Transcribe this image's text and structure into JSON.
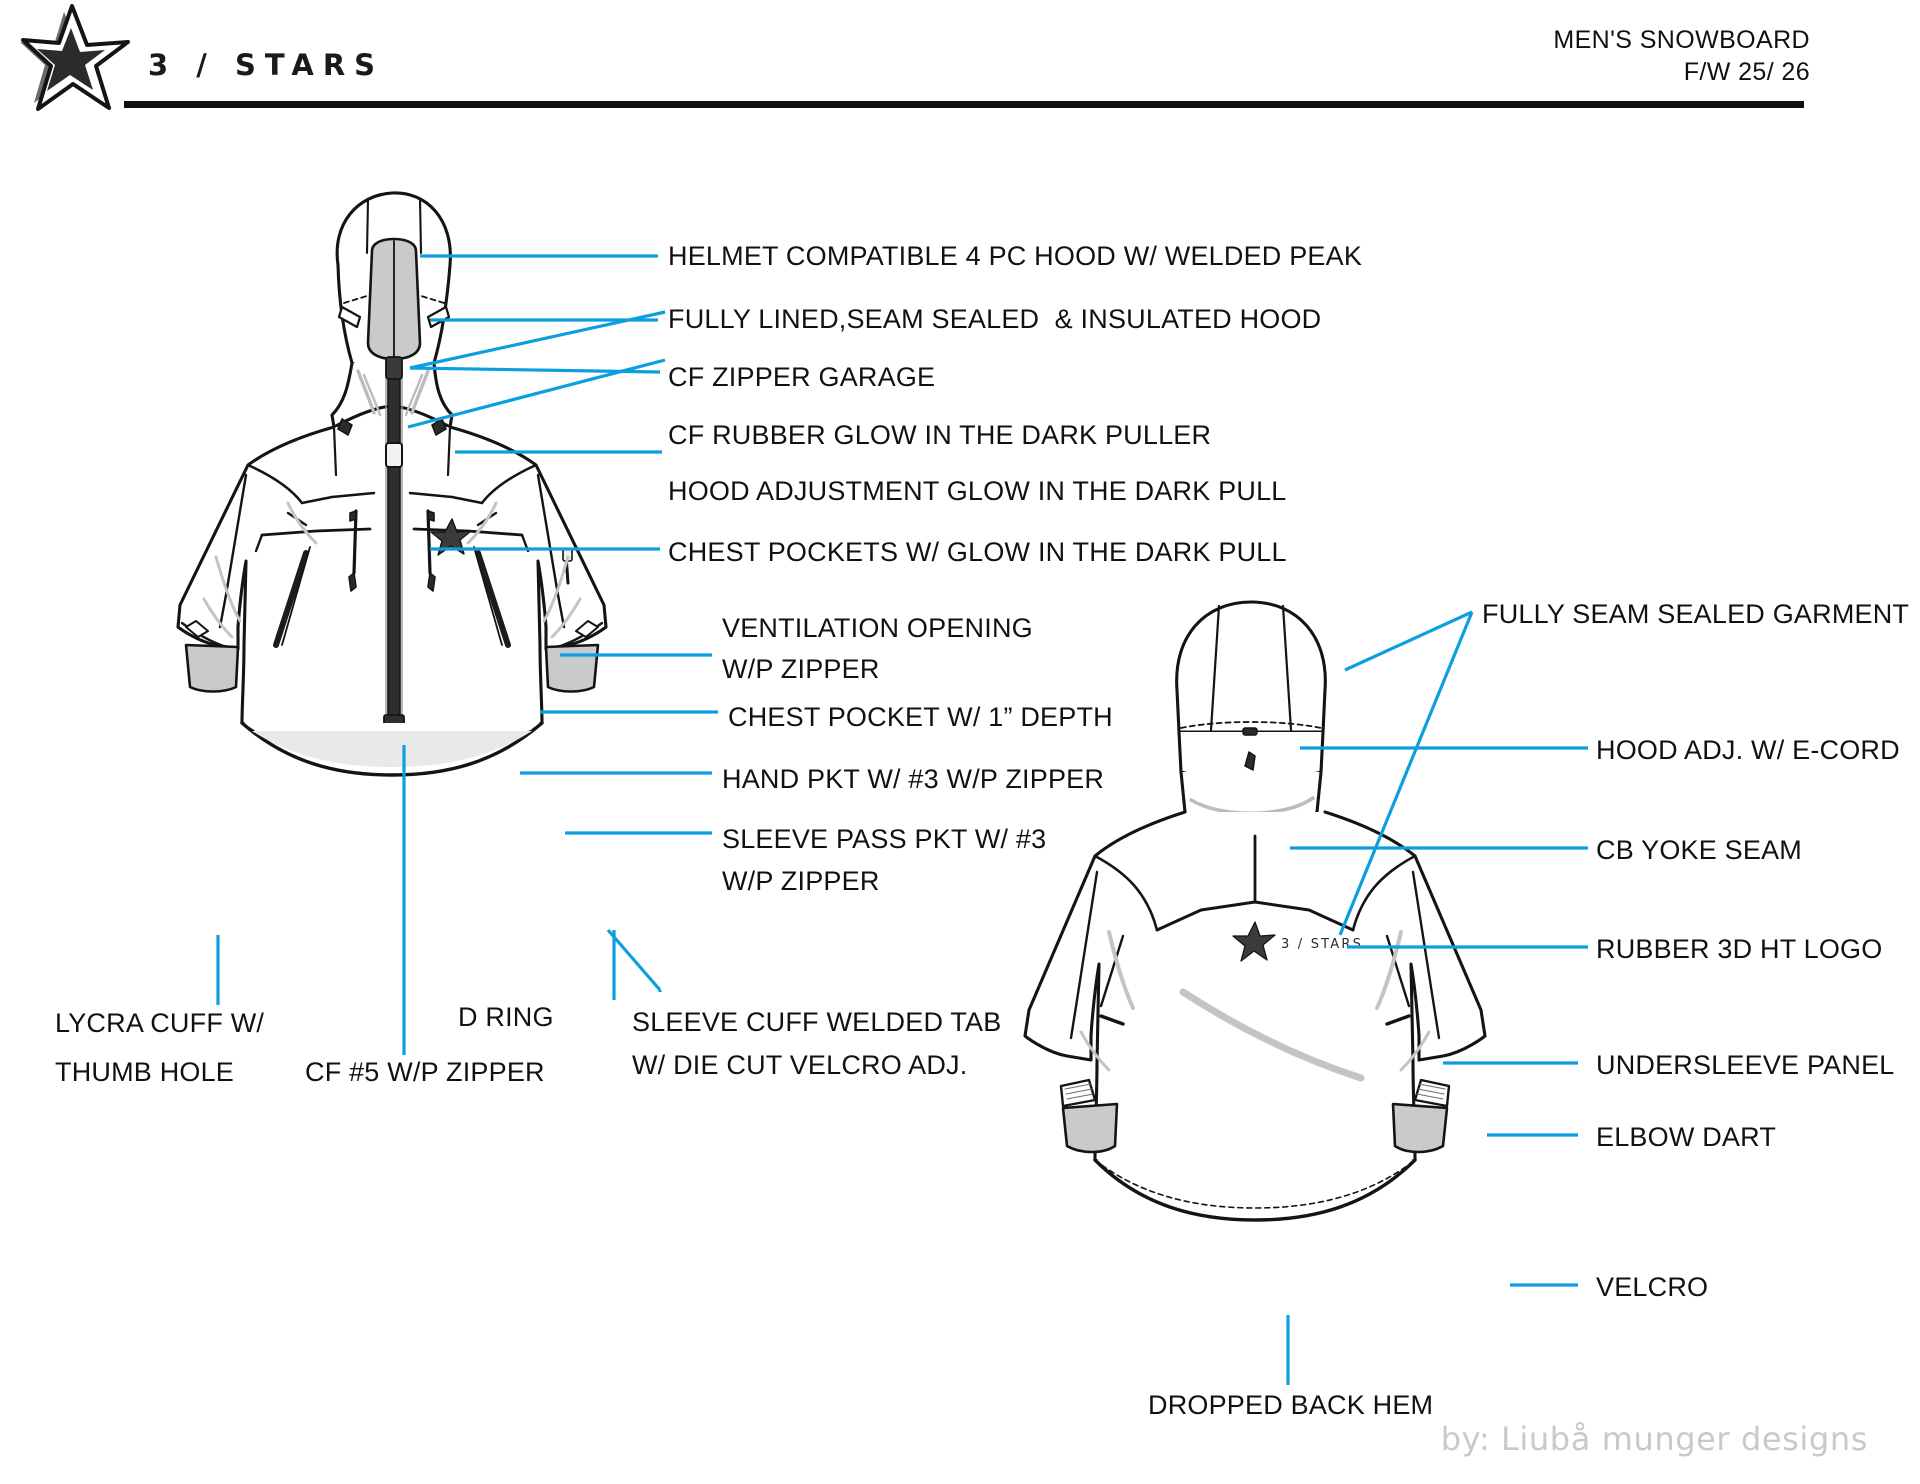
{
  "header": {
    "brand": "3 / STARS",
    "logo_icon": "star-logo-icon",
    "category": "MEN'S SNOWBOARD",
    "season": "F/W 25/ 26"
  },
  "colors": {
    "leader_line": "#0c9fe0",
    "ink": "#111111",
    "fill_gray": "#c9cbcb",
    "shadow_gray": "#bcbcbc",
    "credit_gray": "#c9c9c9"
  },
  "front_view": {
    "name": "front-jacket-flat",
    "chest_logo": "star-logo-icon",
    "callouts": [
      {
        "id": "helmet-hood",
        "text": "HELMET COMPATIBLE 4 PC HOOD W/ WELDED PEAK"
      },
      {
        "id": "lined-hood",
        "text": "FULLY LINED,SEAM SEALED  & INSULATED HOOD"
      },
      {
        "id": "cf-zipper-garage",
        "text": "CF ZIPPER GARAGE"
      },
      {
        "id": "cf-rubber-puller",
        "text": "CF RUBBER GLOW IN THE DARK PULLER"
      },
      {
        "id": "hood-adj-pull",
        "text": "HOOD ADJUSTMENT GLOW IN THE DARK PULL"
      },
      {
        "id": "chest-pockets-pull",
        "text": "CHEST POCKETS W/ GLOW IN THE DARK PULL"
      },
      {
        "id": "ventilation-l1",
        "text": "VENTILATION OPENING"
      },
      {
        "id": "ventilation-l2",
        "text": "W/P ZIPPER"
      },
      {
        "id": "chest-pocket-depth",
        "text": "CHEST POCKET W/ 1” DEPTH"
      },
      {
        "id": "hand-pocket",
        "text": "HAND PKT W/ #3 W/P ZIPPER"
      },
      {
        "id": "sleeve-pass-l1",
        "text": "SLEEVE PASS PKT W/ #3"
      },
      {
        "id": "sleeve-pass-l2",
        "text": "W/P ZIPPER"
      },
      {
        "id": "lycra-cuff-l1",
        "text": "LYCRA CUFF W/"
      },
      {
        "id": "lycra-cuff-l2",
        "text": "THUMB HOLE"
      },
      {
        "id": "cf-zipper",
        "text": "CF #5 W/P ZIPPER"
      },
      {
        "id": "d-ring",
        "text": "D RING"
      },
      {
        "id": "sleeve-cuff-tab-l1",
        "text": "SLEEVE CUFF WELDED TAB"
      },
      {
        "id": "sleeve-cuff-tab-l2",
        "text": "W/ DIE CUT VELCRO ADJ."
      }
    ]
  },
  "back_view": {
    "name": "back-jacket-flat",
    "yoke_logo_text": "3 / STARS",
    "yoke_logo_icon": "star-logo-icon",
    "callouts": [
      {
        "id": "fully-seam-sealed",
        "text": "FULLY SEAM SEALED GARMENT"
      },
      {
        "id": "hood-adj-ecord",
        "text": "HOOD ADJ. W/ E-CORD"
      },
      {
        "id": "cb-yoke-seam",
        "text": "CB YOKE SEAM"
      },
      {
        "id": "rubber-3d-logo",
        "text": "RUBBER 3D HT LOGO"
      },
      {
        "id": "undersleeve-panel",
        "text": "UNDERSLEEVE PANEL"
      },
      {
        "id": "elbow-dart",
        "text": "ELBOW DART"
      },
      {
        "id": "velcro",
        "text": "VELCRO"
      },
      {
        "id": "dropped-back-hem",
        "text": "DROPPED BACK HEM"
      }
    ]
  },
  "footer": {
    "credit": "by: Liubå munger designs"
  }
}
